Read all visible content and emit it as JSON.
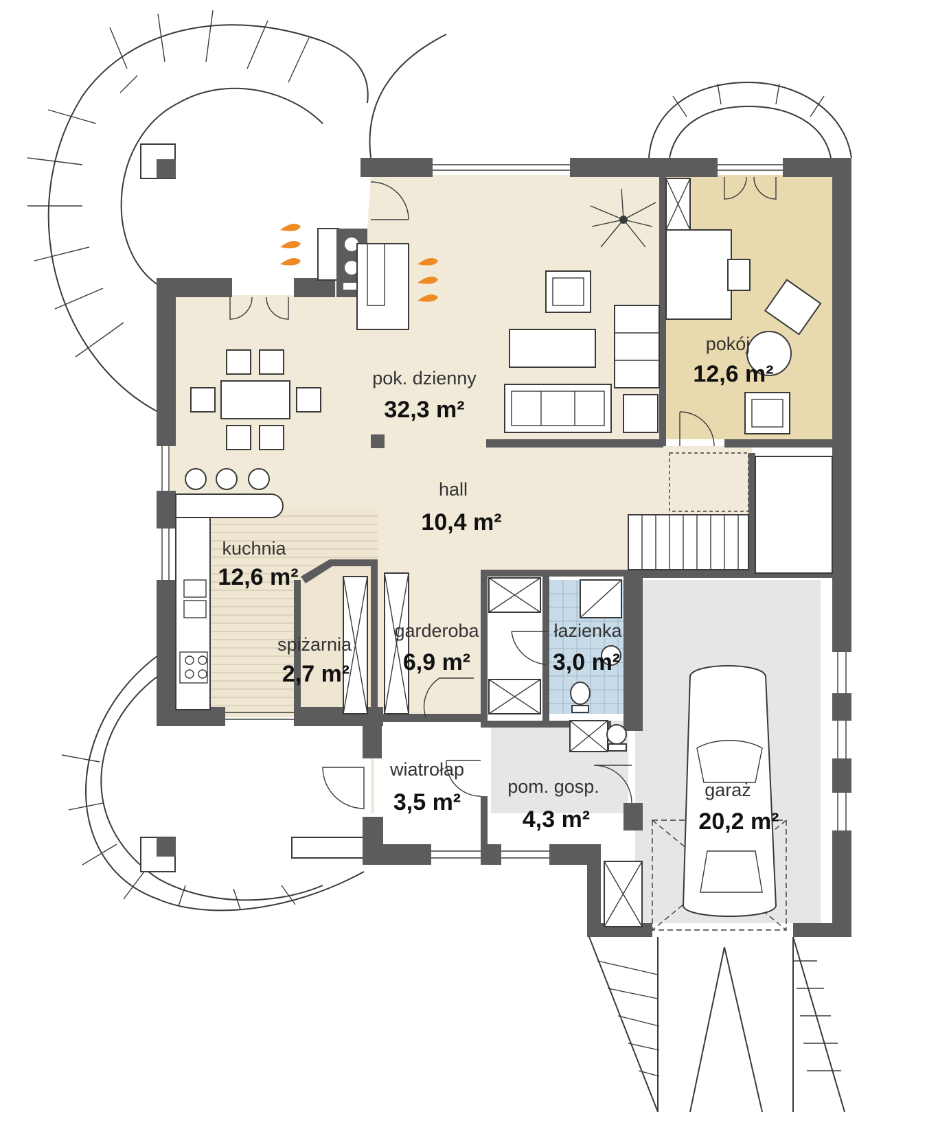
{
  "colors": {
    "wall": "#5c5b5d",
    "living_floor": "#f1ead9",
    "room_floor": "#e9d9af",
    "garage_floor": "#e6e6e6",
    "bathroom_floor": "#c8dbe8",
    "kitchen_floor": "#efe6d2",
    "fire": "#f08a24"
  },
  "rooms": [
    {
      "name": "pok. dzienny",
      "area": "32,3 m²"
    },
    {
      "name": "pokój",
      "area": "12,6 m²"
    },
    {
      "name": "hall",
      "area": "10,4 m²"
    },
    {
      "name": "kuchnia",
      "area": "12,6 m²"
    },
    {
      "name": "spiżarnia",
      "area": "2,7 m²"
    },
    {
      "name": "garderoba",
      "area": "6,9 m²"
    },
    {
      "name": "łazienka",
      "area": "3,0 m²"
    },
    {
      "name": "wiatrołap",
      "area": "3,5 m²"
    },
    {
      "name": "pom. gosp.",
      "area": "4,3 m²"
    },
    {
      "name": "garaż",
      "area": "20,2 m²"
    }
  ]
}
